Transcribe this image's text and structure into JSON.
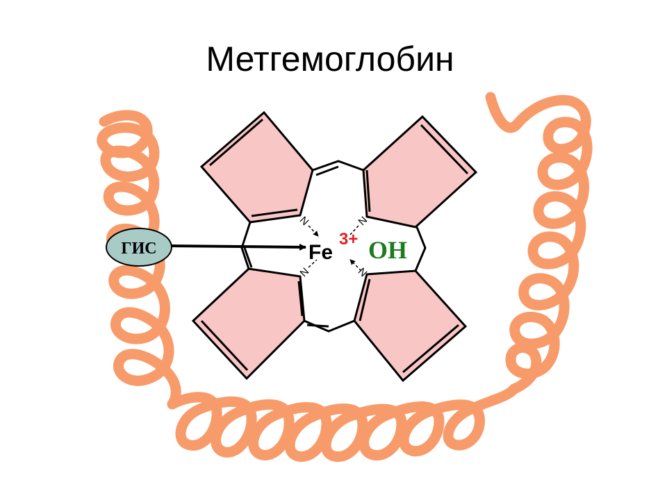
{
  "title": "Метгемоглобин",
  "iron": {
    "symbol": "Fe",
    "charge": "3+"
  },
  "ligand": {
    "label": "OH"
  },
  "histidine": {
    "label": "ГИС"
  },
  "nitrogen_label": "N",
  "colors": {
    "helix": "#f79b6b",
    "ring_fill": "#f9c6c6",
    "histidine_fill": "#a8cbc6",
    "charge": "#e0201e",
    "ligand": "#1e7a1e",
    "line": "#000000"
  }
}
